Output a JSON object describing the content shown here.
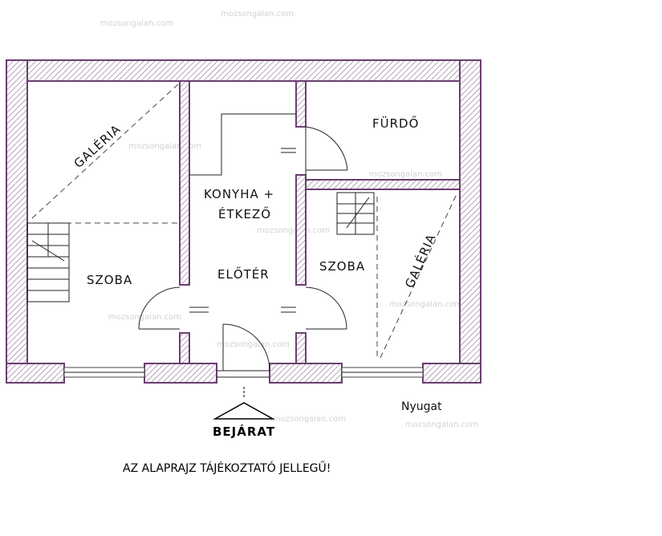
{
  "rooms": {
    "szoba_left": "SZOBA",
    "kitchen_line1": "KONYHA +",
    "kitchen_line2": "ÉTKEZŐ",
    "hallway": "ELŐTÉR",
    "bathroom": "FÜRDŐ",
    "szoba_right": "SZOBA"
  },
  "galleries": {
    "left": "GALÉRIA",
    "right": "GALÉRIA"
  },
  "entrance": "BEJÁRAT",
  "direction": "Nyugat",
  "disclaimer": "AZ ALAPRAJZ TÁJÉKOZTATÓ JELLEGŰ!",
  "watermark": "mozsongalan.com",
  "colors": {
    "wall": "#6a3f70",
    "hatch": "#a58aa9"
  }
}
